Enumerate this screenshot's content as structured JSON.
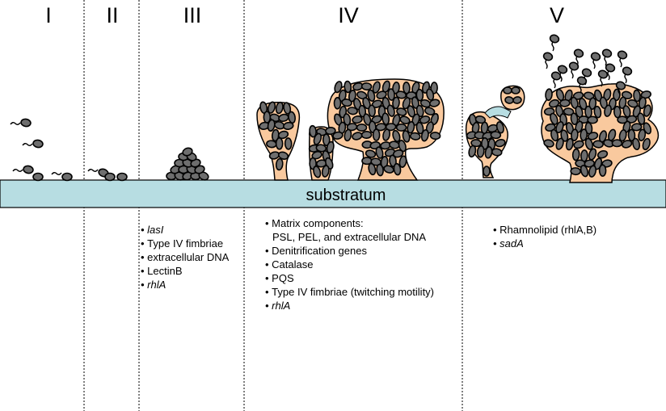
{
  "stages": [
    "I",
    "II",
    "III",
    "IV",
    "V"
  ],
  "substratum": "substratum",
  "stage3_factors": [
    "lasI",
    "Type IV fimbriae",
    "extracellular DNA",
    "LectinB",
    "rhlA"
  ],
  "stage4_factors": [
    "Matrix components:",
    "PSL, PEL, and extracellular DNA",
    "Denitrification genes",
    "Catalase",
    "PQS",
    "Type IV fimbriae (twitching motility)",
    "rhlA"
  ],
  "stage5_factors": [
    "Rhamnolipid (rhlA,B)",
    "sadA"
  ],
  "colors": {
    "substratum_fill": "#b7dde2",
    "matrix_fill": "#f9c99e",
    "cell_fill": "#6e6e6e",
    "outline": "#000000"
  }
}
